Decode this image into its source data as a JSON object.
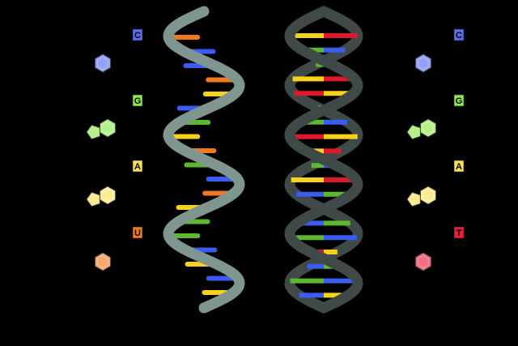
{
  "left_bases": [
    {
      "letter": "C",
      "color": "#5a6ff0",
      "icon": "hexagon-ring-icon"
    },
    {
      "letter": "G",
      "color": "#8fe84e",
      "icon": "double-ring-icon"
    },
    {
      "letter": "A",
      "color": "#f7e15a",
      "icon": "double-ring-icon"
    },
    {
      "letter": "U",
      "color": "#f07a22",
      "icon": "hexagon-ring-icon"
    }
  ],
  "right_bases": [
    {
      "letter": "C",
      "color": "#5a6ff0",
      "icon": "hexagon-ring-icon"
    },
    {
      "letter": "G",
      "color": "#8fe84e",
      "icon": "double-ring-icon"
    },
    {
      "letter": "A",
      "color": "#f7e15a",
      "icon": "double-ring-icon"
    },
    {
      "letter": "T",
      "color": "#e8203a",
      "icon": "hexagon-ring-icon"
    }
  ],
  "colors": {
    "background": "#000000",
    "rna_backbone": "#7f9590",
    "dna_backbone": "#3f4a48",
    "cytosine": "#3a5cf2",
    "guanine": "#5cb82c",
    "adenine": "#f5d31c",
    "uracil": "#f07a22",
    "thymine": "#e0182c"
  }
}
